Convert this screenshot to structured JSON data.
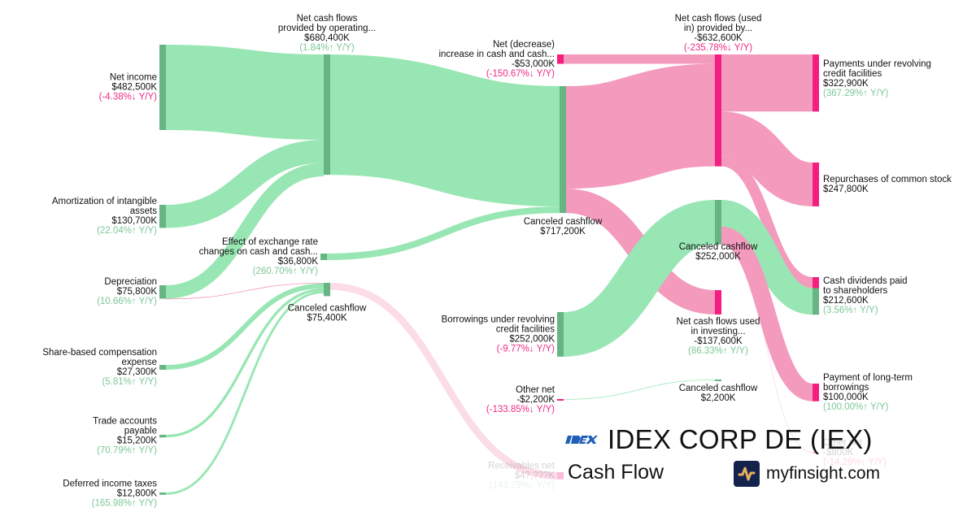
{
  "header": {
    "company": "IDEX CORP DE (IEX)",
    "statement": "Cash Flow",
    "site": "myfinsight.com",
    "company_logo": "idex-logo",
    "site_logo": "pulse-icon"
  },
  "colors": {
    "positive_link": "#98e6b3",
    "positive_node": "#66b582",
    "negative_link": "#f39abd",
    "negative_node": "#f51d80",
    "positive_text": "#7cc796",
    "negative_text": "#ef2a86"
  },
  "chart_data": {
    "type": "sankey",
    "title": "IDEX CORP DE (IEX) Cash Flow",
    "unit": "USD thousands",
    "nodes": [
      {
        "id": "net_income",
        "label": [
          "Net income"
        ],
        "value": "$482,500K",
        "change": "(-4.38%↓ Y/Y)",
        "dir": "neg",
        "kind": "pos",
        "amount": 482500
      },
      {
        "id": "amortization",
        "label": [
          "Amortization of intangible",
          "assets"
        ],
        "value": "$130,700K",
        "change": "(22.04%↑ Y/Y)",
        "dir": "pos",
        "kind": "pos",
        "amount": 130700
      },
      {
        "id": "depreciation",
        "label": [
          "Depreciation"
        ],
        "value": "$75,800K",
        "change": "(10.66%↑ Y/Y)",
        "dir": "pos",
        "kind": "pos",
        "amount": 75800
      },
      {
        "id": "share_comp",
        "label": [
          "Share-based compensation",
          "expense"
        ],
        "value": "$27,300K",
        "change": "(5.81%↑ Y/Y)",
        "dir": "pos",
        "kind": "pos",
        "amount": 27300
      },
      {
        "id": "trade_ap",
        "label": [
          "Trade accounts",
          "payable"
        ],
        "value": "$15,200K",
        "change": "(70.79%↑ Y/Y)",
        "dir": "pos",
        "kind": "pos",
        "amount": 15200
      },
      {
        "id": "deferred_tax",
        "label": [
          "Deferred income taxes"
        ],
        "value": "$12,800K",
        "change": "(165.98%↑ Y/Y)",
        "dir": "pos",
        "kind": "pos",
        "amount": 12800
      },
      {
        "id": "operating",
        "label": [
          "Net cash flows",
          "provided by operating..."
        ],
        "value": "$680,400K",
        "change": "(1.84%↑ Y/Y)",
        "dir": "pos",
        "kind": "pos",
        "amount": 680400
      },
      {
        "id": "fx_effect",
        "label": [
          "Effect of exchange rate",
          "changes on cash and cash..."
        ],
        "value": "$36,800K",
        "change": "(260.70%↑ Y/Y)",
        "dir": "pos",
        "kind": "pos",
        "amount": 36800
      },
      {
        "id": "canceled_75",
        "label": [
          "Canceled cashflow"
        ],
        "value": "$75,400K",
        "change": "",
        "dir": "",
        "kind": "pos",
        "amount": 75400
      },
      {
        "id": "net_decrease",
        "label": [
          "Net (decrease)",
          "increase in cash and cash..."
        ],
        "value": "-$53,000K",
        "change": "(-150.67%↓ Y/Y)",
        "dir": "neg",
        "kind": "neg",
        "amount": 53000
      },
      {
        "id": "canceled_717",
        "label": [
          "Canceled cashflow"
        ],
        "value": "$717,200K",
        "change": "",
        "dir": "",
        "kind": "pos",
        "amount": 717200
      },
      {
        "id": "borrowings",
        "label": [
          "Borrowings under revolving",
          "credit facilities"
        ],
        "value": "$252,000K",
        "change": "(-9.77%↓ Y/Y)",
        "dir": "neg",
        "kind": "pos",
        "amount": 252000
      },
      {
        "id": "other_net_2200",
        "label": [
          "Other net"
        ],
        "value": "-$2,200K",
        "change": "(-133.85%↓ Y/Y)",
        "dir": "neg",
        "kind": "neg",
        "amount": 2200
      },
      {
        "id": "receivables",
        "label": [
          "Receivables net"
        ],
        "value": "$4?,???K",
        "change": "(143.79%↑ Y/Y)",
        "dir": "pos",
        "kind": "neg",
        "amount": 40000,
        "faded": true
      },
      {
        "id": "financing",
        "label": [
          "Net cash flows (used",
          "in) provided by..."
        ],
        "value": "-$632,600K",
        "change": "(-235.78%↓ Y/Y)",
        "dir": "neg",
        "kind": "neg",
        "amount": 632600
      },
      {
        "id": "canceled_252",
        "label": [
          "Canceled cashflow"
        ],
        "value": "$252,000K",
        "change": "",
        "dir": "",
        "kind": "pos",
        "amount": 252000
      },
      {
        "id": "investing",
        "label": [
          "Net cash flows used",
          "in investing..."
        ],
        "value": "-$137,600K",
        "change": "(86.33%↑ Y/Y)",
        "dir": "pos",
        "kind": "neg",
        "amount": 137600
      },
      {
        "id": "canceled_2200",
        "label": [
          "Canceled cashflow"
        ],
        "value": "$2,200K",
        "change": "",
        "dir": "",
        "kind": "pos",
        "amount": 2200
      },
      {
        "id": "payments_revolving",
        "label": [
          "Payments under revolving",
          "credit facilities"
        ],
        "value": "$322,900K",
        "change": "(367.29%↑ Y/Y)",
        "dir": "pos",
        "kind": "neg",
        "amount": 322900
      },
      {
        "id": "repurchases",
        "label": [
          "Repurchases of common stock"
        ],
        "value": "$247,800K",
        "change": "",
        "dir": "",
        "kind": "neg",
        "amount": 247800
      },
      {
        "id": "dividends",
        "label": [
          "Cash dividends paid",
          "to shareholders"
        ],
        "value": "$212,600K",
        "change": "(3.56%↑ Y/Y)",
        "dir": "pos",
        "kind": "mixed",
        "amount": 212600
      },
      {
        "id": "lt_borrowings",
        "label": [
          "Payment of long-term",
          "borrowings"
        ],
        "value": "$100,000K",
        "change": "(100.00%↑ Y/Y)",
        "dir": "pos",
        "kind": "neg",
        "amount": 100000
      },
      {
        "id": "other_net_800",
        "label": [
          "Other net"
        ],
        "value": "-$800K",
        "change": "(-14.29%↓ Y/Y)",
        "dir": "neg",
        "kind": "neg",
        "amount": 800,
        "faded": true
      }
    ],
    "links": [
      {
        "source": "net_income",
        "target": "operating",
        "value": 482500,
        "kind": "pos"
      },
      {
        "source": "amortization",
        "target": "operating",
        "value": 130700,
        "kind": "pos"
      },
      {
        "source": "depreciation",
        "target": "operating",
        "value": 75800,
        "kind": "pos"
      },
      {
        "source": "depreciation",
        "target": "canceled_75",
        "value": 1000,
        "kind": "neg"
      },
      {
        "source": "share_comp",
        "target": "canceled_75",
        "value": 27300,
        "kind": "pos"
      },
      {
        "source": "trade_ap",
        "target": "canceled_75",
        "value": 15200,
        "kind": "pos"
      },
      {
        "source": "deferred_tax",
        "target": "canceled_75",
        "value": 12800,
        "kind": "pos"
      },
      {
        "source": "operating",
        "target": "canceled_717",
        "value": 680400,
        "kind": "pos"
      },
      {
        "source": "fx_effect",
        "target": "canceled_717",
        "value": 36800,
        "kind": "pos"
      },
      {
        "source": "canceled_75",
        "target": "receivables",
        "value": 40000,
        "kind": "neg"
      },
      {
        "source": "net_decrease",
        "target": "financing",
        "value": 53000,
        "kind": "neg"
      },
      {
        "source": "canceled_717",
        "target": "financing",
        "value": 579600,
        "kind": "neg"
      },
      {
        "source": "canceled_717",
        "target": "investing",
        "value": 137600,
        "kind": "neg"
      },
      {
        "source": "borrowings",
        "target": "canceled_252",
        "value": 252000,
        "kind": "pos"
      },
      {
        "source": "other_net_2200",
        "target": "canceled_2200",
        "value": 2200,
        "kind": "pos"
      },
      {
        "source": "financing",
        "target": "payments_revolving",
        "value": 322900,
        "kind": "neg"
      },
      {
        "source": "financing",
        "target": "repurchases",
        "value": 247800,
        "kind": "neg"
      },
      {
        "source": "financing",
        "target": "dividends",
        "value": 61900,
        "kind": "neg"
      },
      {
        "source": "canceled_252",
        "target": "dividends",
        "value": 150700,
        "kind": "pos"
      },
      {
        "source": "canceled_252",
        "target": "lt_borrowings",
        "value": 100000,
        "kind": "neg"
      },
      {
        "source": "canceled_252",
        "target": "other_net_800",
        "value": 800,
        "kind": "neg"
      }
    ]
  }
}
